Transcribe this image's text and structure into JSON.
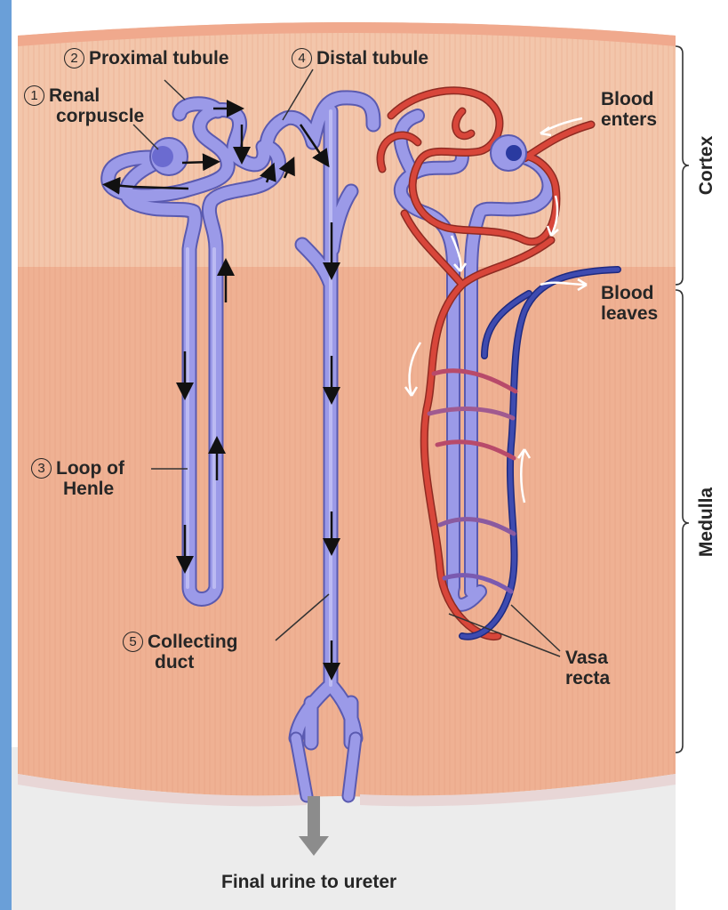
{
  "labels": {
    "renal_corpuscle": {
      "number": "1",
      "text1": "Renal",
      "text2": "corpuscle"
    },
    "proximal_tubule": {
      "number": "2",
      "text": "Proximal tubule"
    },
    "loop_of_henle": {
      "number": "3",
      "text1": "Loop of",
      "text2": "Henle"
    },
    "distal_tubule": {
      "number": "4",
      "text": "Distal tubule"
    },
    "collecting_duct": {
      "number": "5",
      "text1": "Collecting",
      "text2": "duct"
    },
    "blood_enters": {
      "text1": "Blood",
      "text2": "enters"
    },
    "blood_leaves": {
      "text1": "Blood",
      "text2": "leaves"
    },
    "vasa_recta": {
      "text1": "Vasa",
      "text2": "recta"
    },
    "final_urine": "Final urine to ureter"
  },
  "regions": {
    "cortex": "Cortex",
    "medulla": "Medulla"
  },
  "colors": {
    "side_bar": "#6a9fd8",
    "cortex_tissue": "#f2c4a8",
    "medulla_tissue": "#eeb193",
    "tubule": "#8f8fe0",
    "tubule_edge": "#5a5ab0",
    "artery": "#d8463a",
    "vein": "#3e4bb0",
    "text": "#262626"
  }
}
